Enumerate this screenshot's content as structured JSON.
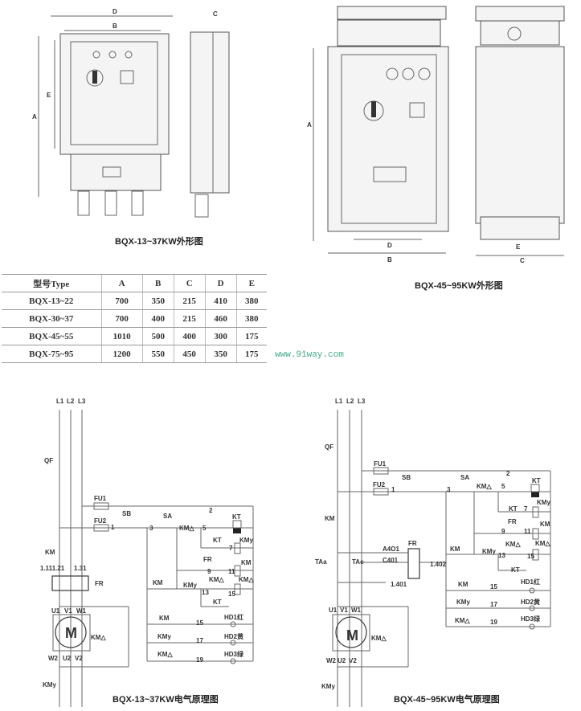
{
  "outline_small": {
    "caption": "BQX-13~37KW外形图",
    "dims": [
      "D",
      "B",
      "A",
      "E",
      "C"
    ]
  },
  "outline_large": {
    "caption": "BQX-45~95KW外形图",
    "dims": [
      "A",
      "D",
      "B",
      "E",
      "C"
    ]
  },
  "table": {
    "headers": [
      "型号Type",
      "A",
      "B",
      "C",
      "D",
      "E"
    ],
    "rows": [
      [
        "BQX-13~22",
        "700",
        "350",
        "215",
        "410",
        "380"
      ],
      [
        "BQX-30~37",
        "700",
        "400",
        "215",
        "460",
        "380"
      ],
      [
        "BQX-45~55",
        "1010",
        "500",
        "400",
        "300",
        "175"
      ],
      [
        "BQX-75~95",
        "1200",
        "550",
        "450",
        "350",
        "175"
      ]
    ]
  },
  "watermark": "www.91way.com",
  "schematic_small": {
    "caption": "BQX-13~37KW电气原理图",
    "labels": [
      "L1",
      "L2",
      "L3",
      "QF",
      "FU1",
      "2",
      "FU2",
      "1",
      "SB",
      "3",
      "SA",
      "KM△",
      "5",
      "KT",
      "KT",
      "7",
      "KMy",
      "FR",
      "9",
      "11",
      "KM",
      "KM",
      "KMy",
      "13",
      "KM△",
      "15",
      "KM△",
      "KT",
      "KM",
      "15",
      "HD1红",
      "KMy",
      "17",
      "HD2黄",
      "KM△",
      "19",
      "HD3绿",
      "KM",
      "1.111.21",
      "1.31",
      "FR",
      "U1",
      "V1",
      "W1",
      "M",
      "KM△",
      "W2",
      "U2",
      "V2",
      "KMy"
    ]
  },
  "schematic_large": {
    "caption": "BQX-45~95KW电气原理图",
    "labels": [
      "L1",
      "L2",
      "L3",
      "QF",
      "FU1",
      "2",
      "FU2",
      "1",
      "SB",
      "3",
      "SA",
      "KM△",
      "5",
      "KT",
      "KT",
      "7",
      "KMy",
      "FR",
      "9",
      "11",
      "KM",
      "KM",
      "KMy",
      "13",
      "KM△",
      "15",
      "KM△",
      "KT",
      "KM",
      "15",
      "HD1红",
      "KMy",
      "17",
      "HD2黄",
      "KM△",
      "19",
      "HD3绿",
      "KM",
      "TAa",
      "TAc",
      "A4O1",
      "C401",
      "FR",
      "1.402",
      "1.401",
      "U1",
      "V1",
      "W1",
      "M",
      "KM△",
      "W2",
      "U2",
      "V2",
      "KMy"
    ]
  }
}
